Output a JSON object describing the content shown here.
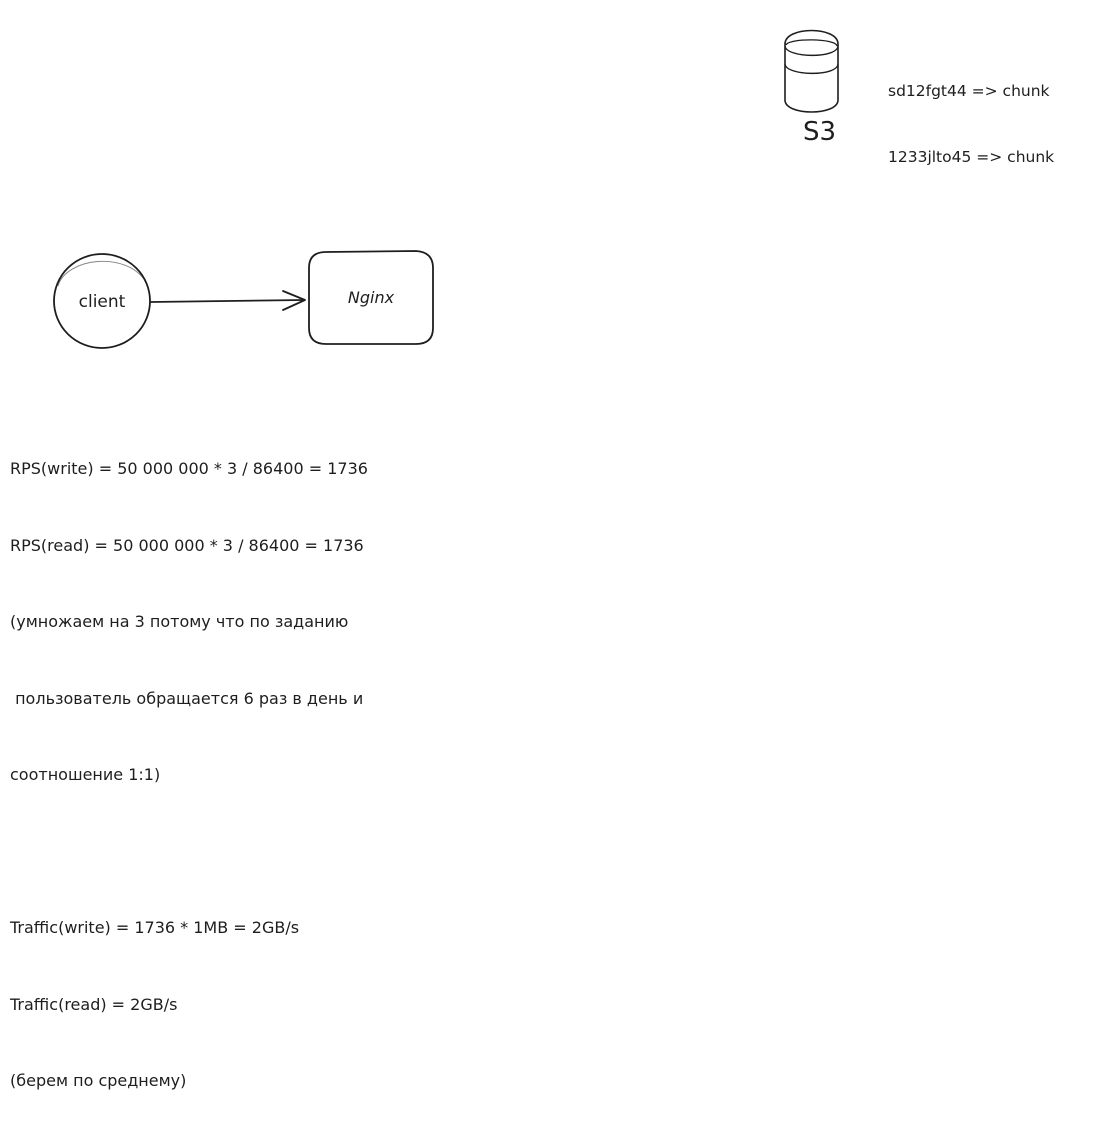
{
  "nodes": {
    "client": {
      "label": "client"
    },
    "nginx": {
      "label": "Nginx"
    },
    "s3": {
      "label": "S3"
    }
  },
  "s3_mapping": [
    "sd12fgt44 => chunk",
    "1233jlto45 => chunk"
  ],
  "notes": [
    "RPS(write) = 50 000 000 * 3 / 86400 = 1736",
    "RPS(read) = 50 000 000 * 3 / 86400 = 1736",
    "(умножаем на 3 потому что по заданию",
    " пользователь обращается 6 раз в день и",
    "соотношение 1:1)",
    "",
    "Traffic(write) = 1736 * 1MB = 2GB/s",
    "Traffic(read) = 2GB/s",
    "(берем по среднему)"
  ],
  "colors": {
    "stroke": "#1e1e1e",
    "background": "#ffffff"
  }
}
